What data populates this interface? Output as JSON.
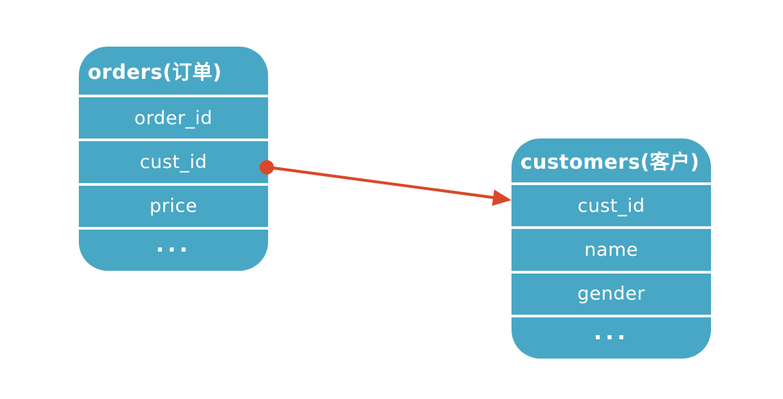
{
  "diagram": {
    "colors": {
      "background": "#ffffff",
      "table_fill": "#48a7c4",
      "text": "#ffffff",
      "arrow": "#d8492a"
    },
    "tables": [
      {
        "id": "orders",
        "title": "orders(订单)",
        "fields": [
          "order_id",
          "cust_id",
          "price",
          "..."
        ]
      },
      {
        "id": "customers",
        "title": "customers(客户)",
        "fields": [
          "cust_id",
          "name",
          "gender",
          "..."
        ]
      }
    ],
    "relation": {
      "from_table": "orders",
      "from_field": "cust_id",
      "to_table": "customers",
      "to_field": "cust_id",
      "marker_start": "dot",
      "marker_end": "arrowhead"
    }
  }
}
